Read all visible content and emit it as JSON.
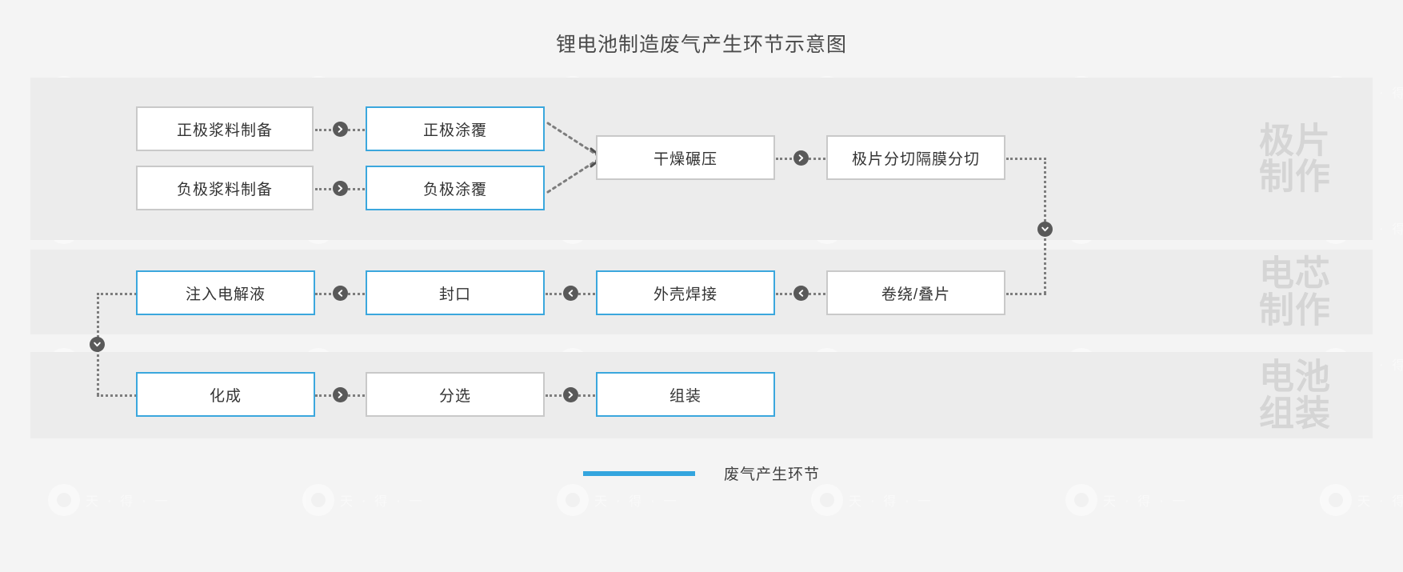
{
  "title": "锂电池制造废气产生环节示意图",
  "legend": {
    "label": "废气产生环节",
    "color": "#34a5de"
  },
  "theme": {
    "page_background": "#f4f4f4",
    "band_background": "#ececec",
    "node_background": "#ffffff",
    "node_border": "#c9c9c9",
    "emission_border": "#3ba7dd",
    "connector": "#7d7d7d",
    "band_label": "#d5d5d5",
    "title_color": "#4a4a4a"
  },
  "bands": [
    {
      "id": "electrode-fabrication",
      "label": "极片\n制作"
    },
    {
      "id": "cell-fabrication",
      "label": "电芯\n制作"
    },
    {
      "id": "battery-assembly",
      "label": "电池\n组装"
    }
  ],
  "nodes": [
    {
      "id": "cathode-slurry",
      "label": "正极浆料制备",
      "emission": false,
      "band": 0
    },
    {
      "id": "cathode-coating",
      "label": "正极涂覆",
      "emission": true,
      "band": 0
    },
    {
      "id": "anode-slurry",
      "label": "负极浆料制备",
      "emission": false,
      "band": 0
    },
    {
      "id": "anode-coating",
      "label": "负极涂覆",
      "emission": true,
      "band": 0
    },
    {
      "id": "drying-calendering",
      "label": "干燥碾压",
      "emission": false,
      "band": 0
    },
    {
      "id": "slitting",
      "label": "极片分切隔膜分切",
      "emission": false,
      "band": 0
    },
    {
      "id": "winding-stacking",
      "label": "卷绕/叠片",
      "emission": false,
      "band": 1
    },
    {
      "id": "case-welding",
      "label": "外壳焊接",
      "emission": true,
      "band": 1
    },
    {
      "id": "sealing",
      "label": "封口",
      "emission": true,
      "band": 1
    },
    {
      "id": "electrolyte-filling",
      "label": "注入电解液",
      "emission": true,
      "band": 1
    },
    {
      "id": "formation",
      "label": "化成",
      "emission": true,
      "band": 2
    },
    {
      "id": "sorting",
      "label": "分选",
      "emission": false,
      "band": 2
    },
    {
      "id": "assembly",
      "label": "组装",
      "emission": true,
      "band": 2
    }
  ],
  "connectors": [
    {
      "id": "cathode-slurry-to-coating",
      "direction": "right"
    },
    {
      "id": "anode-slurry-to-coating",
      "direction": "right"
    },
    {
      "id": "coating-to-drying",
      "direction": "merge"
    },
    {
      "id": "drying-to-slitting",
      "direction": "right"
    },
    {
      "id": "slitting-to-winding",
      "direction": "down"
    },
    {
      "id": "winding-to-case-welding",
      "direction": "left"
    },
    {
      "id": "case-welding-to-sealing",
      "direction": "left"
    },
    {
      "id": "sealing-to-electrolyte",
      "direction": "left"
    },
    {
      "id": "electrolyte-to-formation",
      "direction": "down"
    },
    {
      "id": "formation-to-sorting",
      "direction": "right"
    },
    {
      "id": "sorting-to-assembly",
      "direction": "right"
    }
  ]
}
